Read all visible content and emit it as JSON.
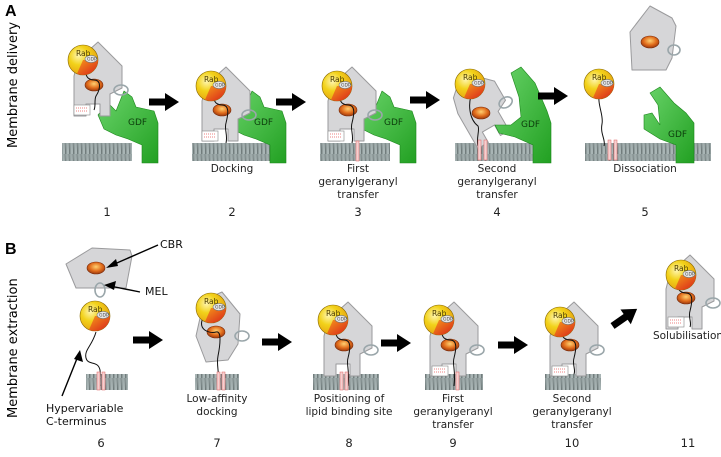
{
  "panels": {
    "a": {
      "letter": "A",
      "side_label": "Membrane delivery",
      "steps": [
        {
          "number": "1",
          "label_lines": []
        },
        {
          "number": "2",
          "label_lines": [
            "Docking"
          ]
        },
        {
          "number": "3",
          "label_lines": [
            "First",
            "geranylgeranyl",
            "transfer"
          ]
        },
        {
          "number": "4",
          "label_lines": [
            "Second",
            "geranylgeranyl",
            "transfer"
          ]
        },
        {
          "number": "5",
          "label_lines": [
            "Dissociation"
          ]
        }
      ]
    },
    "b": {
      "letter": "B",
      "side_label": "Membrane extraction",
      "steps": [
        {
          "number": "6",
          "label_lines": []
        },
        {
          "number": "7",
          "label_lines": [
            "Low-affinity",
            "docking"
          ]
        },
        {
          "number": "8",
          "label_lines": [
            "Positioning of",
            "lipid binding site"
          ]
        },
        {
          "number": "9",
          "label_lines": [
            "First",
            "geranylgeranyl",
            "transfer"
          ]
        },
        {
          "number": "10",
          "label_lines": [
            "Second",
            "geranylgeranyl",
            "transfer"
          ]
        },
        {
          "number": "11",
          "label_lines": [
            "Solubilisation"
          ]
        }
      ],
      "callouts": {
        "cbr": "CBR",
        "mel": "MEL",
        "hypervariable": [
          "Hypervariable",
          "C-terminus"
        ]
      }
    }
  },
  "glyph_text": {
    "rab": "Rab",
    "gdp": "GDP",
    "gdf": "GDF"
  },
  "colors": {
    "gdi_gray": "#d4d4d6",
    "gdf_green": "#3cb83c",
    "membrane": "#8e9b9b",
    "rab_yellow": "#f2d21a",
    "rab_red": "#e0281c",
    "arrow": "#000000"
  }
}
